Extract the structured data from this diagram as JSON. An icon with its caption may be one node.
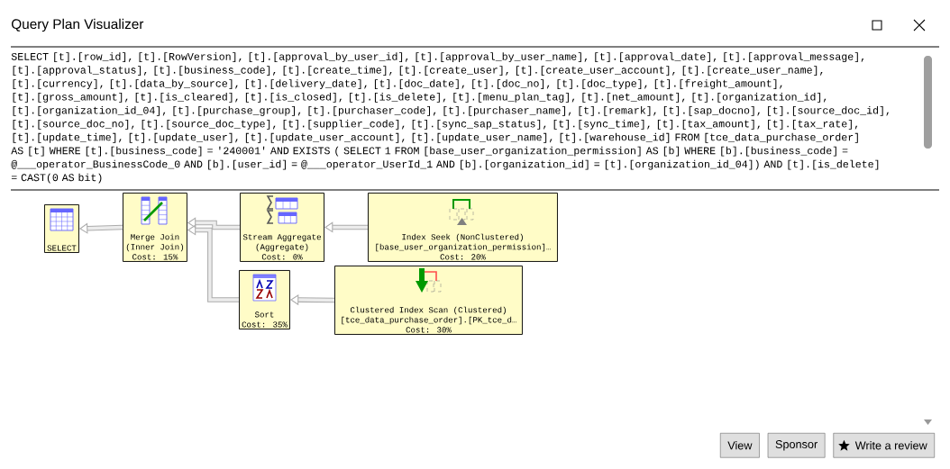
{
  "diagram": {
    "title": "Query Plan Visualizer",
    "nodes": [
      {
        "text": [
          "SELECT"
        ]
      },
      {
        "text": [
          "Merge Join",
          "(Inner Join)",
          "Cost: 15%"
        ]
      },
      {
        "text": [
          "Stream Aggregate",
          "(Aggregate)",
          "Cost: 0%"
        ]
      },
      {
        "text": [
          "Index Seek (NonClustered)",
          "[base_user_organization_permission]…",
          "Cost: 20%"
        ]
      },
      {
        "text": [
          "Sort",
          "Cost: 35%"
        ]
      },
      {
        "text": [
          "Clustered Index Scan (Clustered)",
          "[tce_data_purchase_order].[PK_tce_d…",
          "Cost: 30%"
        ]
      }
    ],
    "edges": [
      {
        "from": 1,
        "to": 0,
        "arrow": "to"
      },
      {
        "from": 2,
        "to": 1,
        "arrow": "to"
      },
      {
        "from": 3,
        "to": 2,
        "arrow": "to"
      },
      {
        "from": 4,
        "to": 1,
        "arrow": "to"
      },
      {
        "from": 5,
        "to": 4,
        "arrow": "to"
      }
    ],
    "labels": [
      "SELECT [t].[row_id], [t].[RowVersion], [t].[approval_by_user_id], [t].[approval_by_user_name], [t].[approval_date], [t].[approval_message], [t].[approval_status], [t].[business_code], [t].[create_time], [t].[create_user], [t].[create_user_account], [t].[create_user_name], [t].[currency], [t].[data_by_source], [t].[delivery_date], [t].[doc_date], [t].[doc_no], [t].[doc_type], [t].[freight_amount], [t].[gross_amount], [t].[is_cleared], [t].[is_closed], [t].[is_delete], [t].[menu_plan_tag], [t].[net_amount], [t].[organization_id], [t].[organization_id_04], [t].[purchase_group], [t].[purchaser_code], [t].[purchaser_name], [t].[remark], [t].[sap_docno], [t].[source_doc_id], [t].[source_doc_no], [t].[source_doc_type], [t].[supplier_code], [t].[sync_sap_status], [t].[sync_time], [t].[tax_amount], [t].[tax_rate], [t].[update_time], [t].[update_user], [t].[update_user_account], [t].[update_user_name], [t].[warehouse_id] FROM [tce_data_purchase_order] AS [t] WHERE [t].[business_code] = '240001' AND EXISTS ( SELECT 1 FROM [base_user_organization_permission] AS [b] WHERE [b].[business_code] = @___operator_BusinessCode_0 AND [b].[user_id] = @___operator_UserId_1 AND [b].[organization_id] = [t].[organization_id_04]) AND [t].[is_delete] = CAST(0 AS bit)",
      "View",
      "Sponsor",
      "Write a review"
    ]
  }
}
